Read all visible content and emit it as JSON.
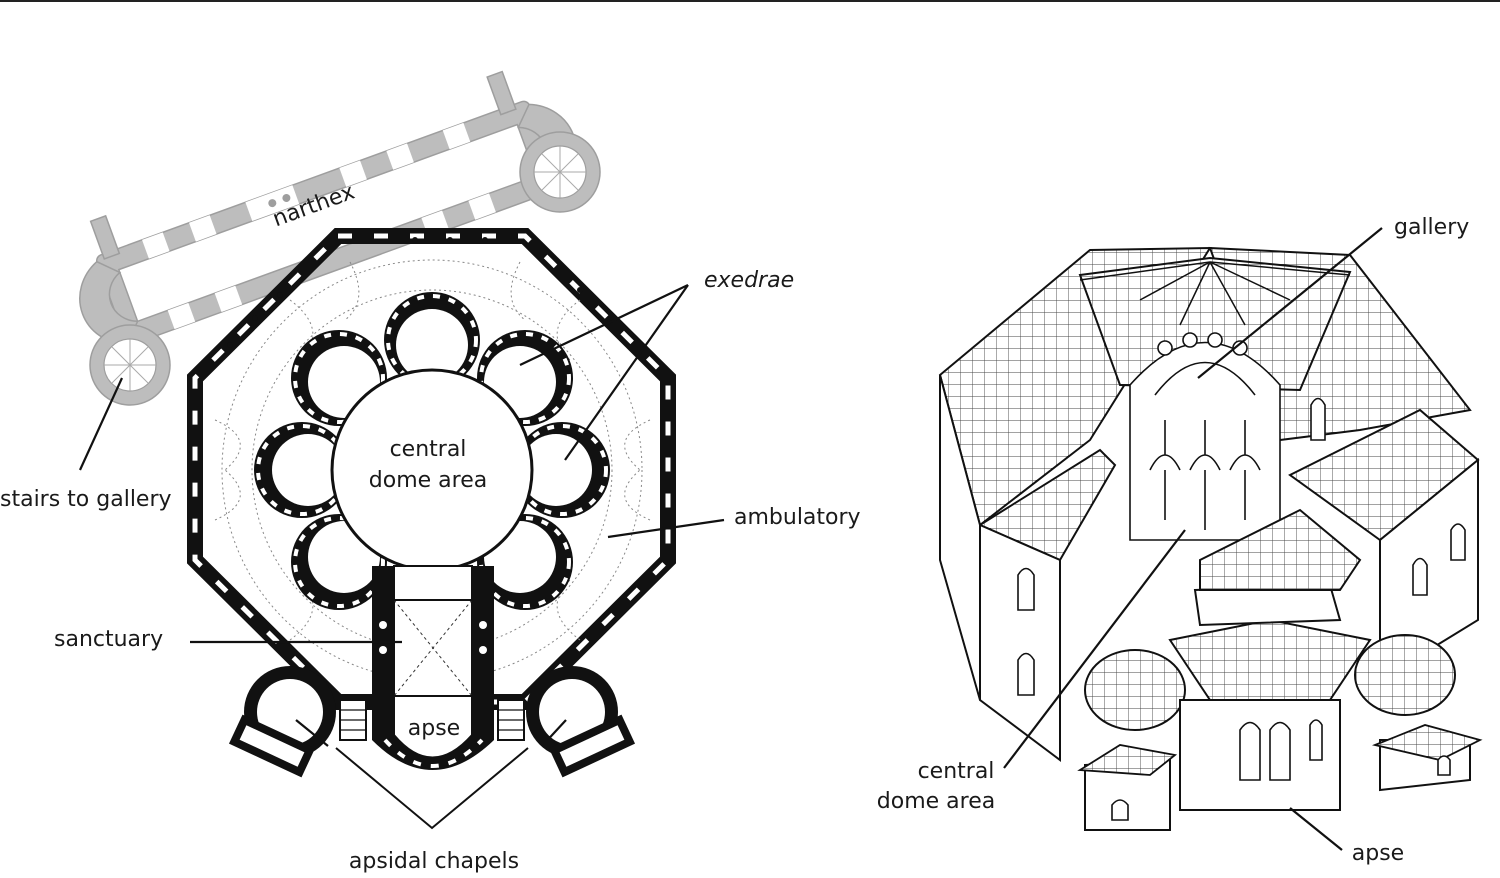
{
  "plan": {
    "labels": {
      "narthex": "narthex",
      "exedrae": "exedrae",
      "central_dome": [
        "central",
        "dome area"
      ],
      "ambulatory": "ambulatory",
      "stairs": "stairs to gallery",
      "sanctuary": "sanctuary",
      "apse": "apse",
      "apsidal_chapels": "apsidal chapels"
    }
  },
  "cutaway": {
    "labels": {
      "gallery": "gallery",
      "central_dome": [
        "central",
        "dome area"
      ],
      "apse": "apse"
    }
  },
  "colors": {
    "ink": "#111111",
    "narthex_gray": "#bdbdbd"
  }
}
